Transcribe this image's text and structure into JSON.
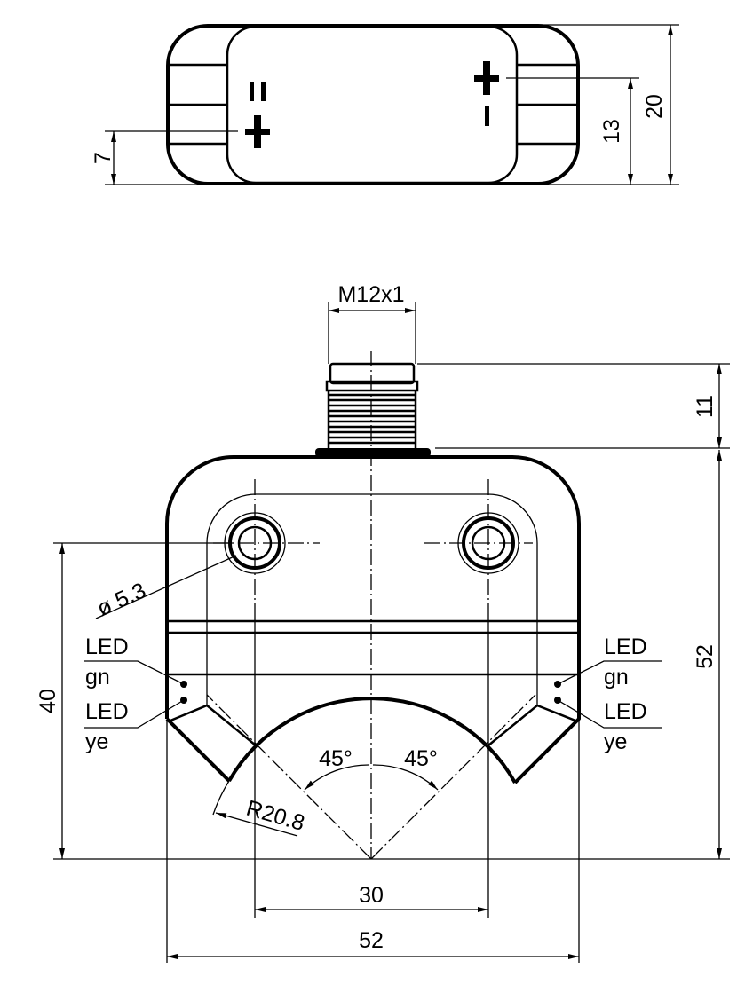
{
  "title": "Sensor dimensional drawing",
  "top_view": {
    "dim_left": "7",
    "dim_mid": "13",
    "dim_right": "20",
    "symbol_left_equals": "=",
    "symbol_left_plus": "+",
    "symbol_right_plus": "+",
    "symbol_right_minus": "-"
  },
  "front_view": {
    "thread": "M12x1",
    "dim_connector": "11",
    "dim_height": "52",
    "dim_hole_height": "40",
    "hole_diameter": "ø 5.3",
    "angle_left": "45°",
    "angle_right": "45°",
    "radius": "R20.8",
    "dim_hole_spacing": "30",
    "dim_width": "52",
    "led_left": [
      {
        "label": "LED",
        "color": "gn"
      },
      {
        "label": "LED",
        "color": "ye"
      }
    ],
    "led_right": [
      {
        "label": "LED",
        "color": "gn"
      },
      {
        "label": "LED",
        "color": "ye"
      }
    ]
  }
}
